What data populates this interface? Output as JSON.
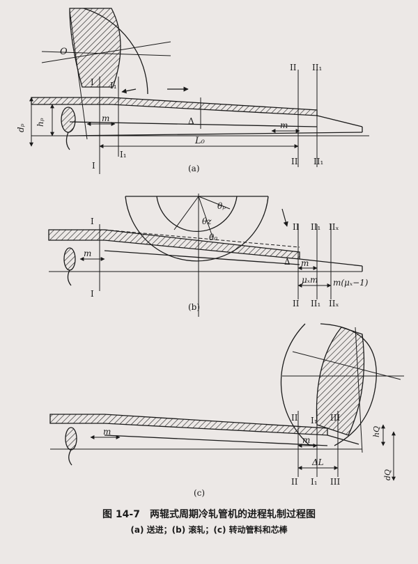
{
  "panel_a": {
    "O": "O",
    "I": "I",
    "I1": "I₁",
    "II": "II",
    "II1": "II₁",
    "hp": "hₚ",
    "dp": "dₚ",
    "m": "m",
    "delta": "Δ",
    "L0": "L₀",
    "label": "(a)"
  },
  "panel_b": {
    "I": "I",
    "II": "II",
    "II1": "II₁",
    "IIx": "IIₓ",
    "theta_p": "θₚ",
    "theta_z": "θz",
    "theta_0": "θ₀",
    "m": "m",
    "delta": "Δ",
    "mux_m": "μₓm",
    "m_mux": "m(μₓ−1)",
    "label": "(b)"
  },
  "panel_c": {
    "II": "II",
    "I1": "I₁",
    "III": "III",
    "m": "m",
    "hQ": "hQ",
    "dQ": "dQ",
    "dL": "ΔL",
    "label": "(c)"
  },
  "caption": {
    "title": "图 14-7　两辊式周期冷轧管机的进程轧制过程图",
    "subtitle": "(a) 送进；(b) 滚轧；(c) 转动管料和芯棒"
  }
}
